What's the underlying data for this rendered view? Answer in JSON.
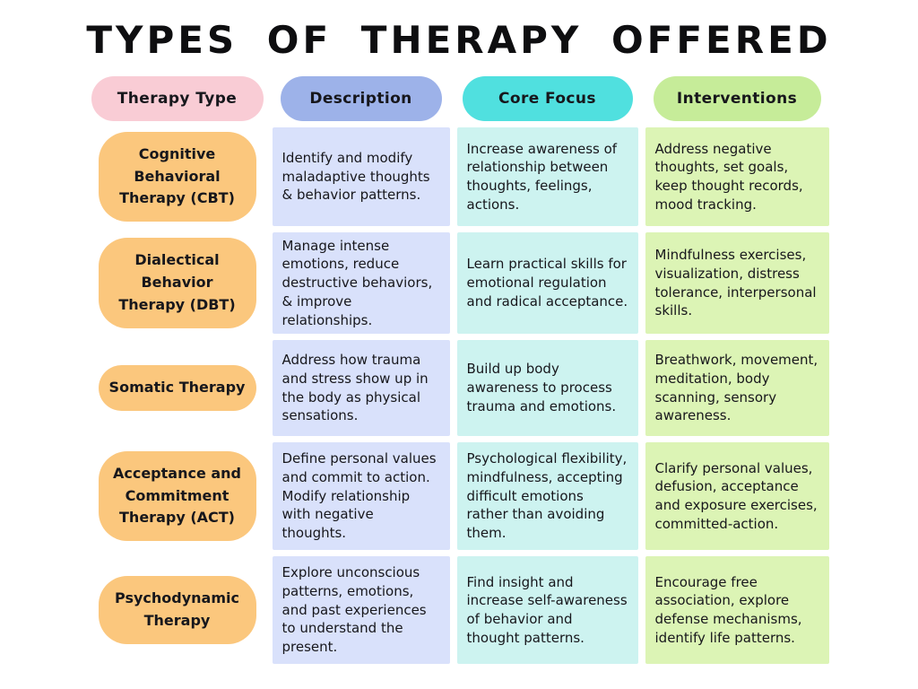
{
  "colors": {
    "background": "#ffffff",
    "title_text": "#0e0e10",
    "body_text": "#17171c",
    "header_therapy": "#f9ccd5",
    "header_description": "#9db2e9",
    "header_core_focus": "#50e0df",
    "header_interventions": "#c6ec99",
    "pill": "#fbc77d",
    "cell_description": "#d9e1fb",
    "cell_core_focus": "#cdf3f0",
    "cell_interventions": "#dcf4b5"
  },
  "chart_data": {
    "type": "table",
    "title": "TYPES OF THERAPY OFFERED",
    "columns": [
      "Therapy Type",
      "Description",
      "Core Focus",
      "Interventions"
    ],
    "rows": [
      [
        "Cognitive Behavioral Therapy (CBT)",
        "Identify and modify maladaptive thoughts & behavior patterns.",
        "Increase awareness of relationship between thoughts, feelings, actions.",
        "Address negative thoughts, set goals, keep thought records, mood tracking."
      ],
      [
        "Dialectical Behavior Therapy (DBT)",
        "Manage intense emotions, reduce destructive behaviors, & improve relationships.",
        "Learn practical skills for emotional regulation and radical acceptance.",
        "Mindfulness exercises, visualization, distress tolerance, interpersonal skills."
      ],
      [
        "Somatic Therapy",
        "Address how trauma and stress show up in the body as physical sensations.",
        "Build up body awareness to process trauma and emotions.",
        "Breathwork, movement, meditation, body scanning, sensory awareness."
      ],
      [
        "Acceptance and Commitment Therapy (ACT)",
        "Define personal values and commit to action. Modify relationship with negative thoughts.",
        "Psychological flexibility, mindfulness, accepting difficult emotions rather than avoiding them.",
        "Clarify personal values, defusion, acceptance and exposure exercises, committed-action."
      ],
      [
        "Psychodynamic Therapy",
        "Explore unconscious patterns, emotions, and past experiences to understand the present.",
        "Find insight and increase self-awareness of behavior and thought patterns.",
        "Encourage free association, explore defense mechanisms, identify life patterns."
      ]
    ]
  }
}
